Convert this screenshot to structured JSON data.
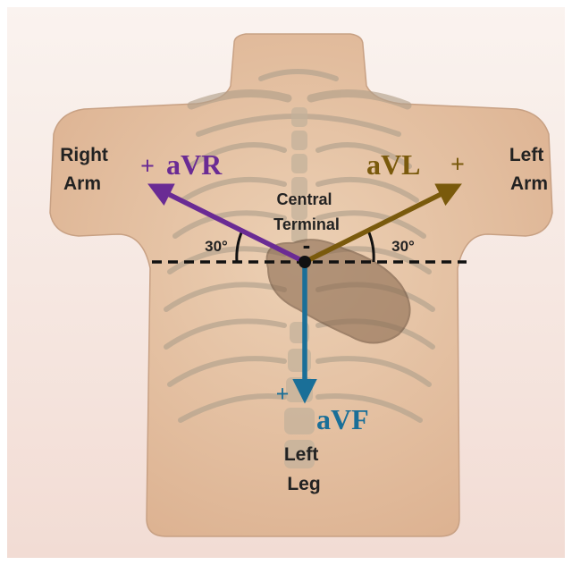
{
  "labels": {
    "right_arm": [
      "Right",
      "Arm"
    ],
    "left_arm": [
      "Left",
      "Arm"
    ],
    "left_leg": [
      "Left",
      "Leg"
    ],
    "central_terminal": [
      "Central",
      "Terminal"
    ],
    "minus_sign": "-",
    "angle_left": "30°",
    "angle_right": "30°"
  },
  "leads": {
    "avr": {
      "name": "aVR",
      "sign": "+",
      "color": "#6a2b94"
    },
    "avl": {
      "name": "aVL",
      "sign": "+",
      "color": "#7a5a0c"
    },
    "avf": {
      "name": "aVF",
      "sign": "+",
      "color": "#1a6f98"
    }
  },
  "colors": {
    "skin": "#e9c8a8",
    "skin_shadow": "#d9ae8b",
    "background_top": "#f8f0ec",
    "background_bottom": "#f4e2dc",
    "bone": "#b8a690",
    "heart": "#8a6a50",
    "axis_line": "#111111",
    "label_text": "#222222"
  }
}
